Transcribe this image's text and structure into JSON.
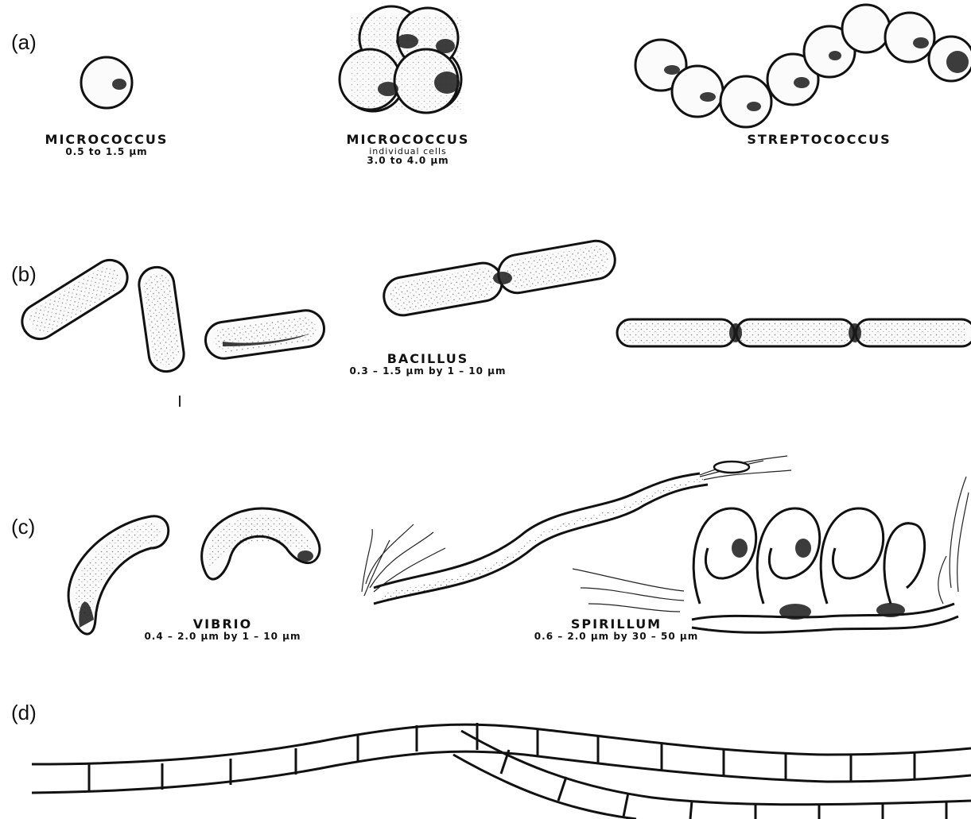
{
  "panels": {
    "a": {
      "letter": "(a)"
    },
    "b": {
      "letter": "(b)"
    },
    "c": {
      "letter": "(c)"
    },
    "d": {
      "letter": "(d)"
    }
  },
  "captions": {
    "micrococcus_single": {
      "name": "MICROCOCCUS",
      "size": "0.5 to 1.5 μm"
    },
    "micrococcus_cluster": {
      "name": "MICROCOCCUS",
      "note": "individual cells",
      "size": "3.0 to 4.0 μm"
    },
    "streptococcus": {
      "name": "STREPTOCOCCUS"
    },
    "bacillus": {
      "name": "BACILLUS",
      "size": "0.3 – 1.5 μm by 1 – 10 μm"
    },
    "vibrio": {
      "name": "VIBRIO",
      "size": "0.4 – 2.0 μm by 1 – 10 μm"
    },
    "spirillum": {
      "name": "SPIRILLUM",
      "size": "0.6 – 2.0 μm by 30 – 50 μm"
    }
  }
}
